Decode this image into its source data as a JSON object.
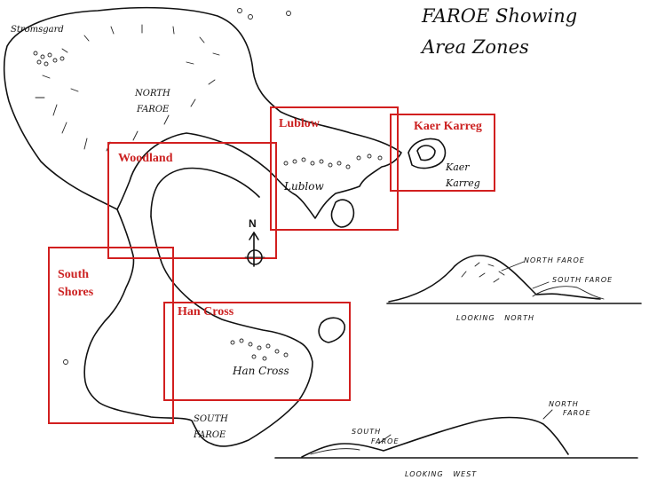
{
  "title": {
    "line1": "FAROE Showing",
    "line2": "Area Zones"
  },
  "places": {
    "stromsgard": "Stromsgard",
    "north_faroe_1": "NORTH",
    "north_faroe_2": "FAROE",
    "lublow_town": "Lublow",
    "kaer_karreg_town_1": "Kaer",
    "kaer_karreg_town_2": "Karreg",
    "han_cross_town": "Han Cross",
    "south_faroe_1": "SOUTH",
    "south_faroe_2": "FAROE"
  },
  "zones": {
    "lublow": "Lublow",
    "kaer_karreg": "Kaer Karreg",
    "woodland": "Woodland",
    "south_shores_1": "South",
    "south_shores_2": "Shores",
    "han_cross": "Han Cross"
  },
  "compass": {
    "north": "N"
  },
  "profiles": {
    "north_view": {
      "peak_label": "NORTH FAROE",
      "low_label": "SOUTH FAROE",
      "caption": "LOOKING   NORTH"
    },
    "west_view": {
      "peak_label_1": "NORTH",
      "peak_label_2": "FAROE",
      "low_label_1": "SOUTH",
      "low_label_2": "FAROE",
      "caption": "LOOKING   WEST"
    }
  },
  "colors": {
    "zone_outline": "#d21f1f",
    "zone_text": "#cc2222",
    "ink": "#111111"
  }
}
